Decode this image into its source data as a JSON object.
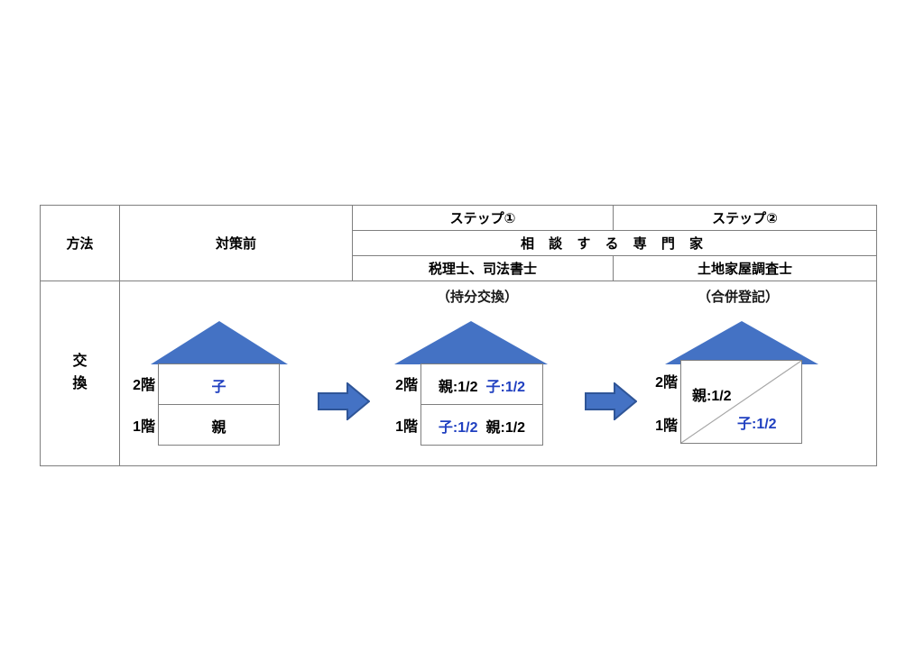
{
  "table": {
    "header": {
      "col_method": "方法",
      "col_before": "対策前",
      "step1": "ステップ①",
      "step2": "ステップ②",
      "consult_row": "相 談 す る 専 門 家",
      "step1_expert": "税理士、司法書士",
      "step2_expert": "土地家屋調査士"
    },
    "body": {
      "row_label_char1": "交",
      "row_label_char2": "換"
    }
  },
  "diagram": {
    "step1_caption": "（持分交換）",
    "step2_caption": "（合併登記）",
    "floor_labels": {
      "second": "2階",
      "first": "1階"
    },
    "house_before": {
      "second_floor": "子",
      "first_floor": "親"
    },
    "house_step1": {
      "second_floor_left": "親:1/2",
      "second_floor_right": "子:1/2",
      "first_floor_left": "子:1/2",
      "first_floor_right": "親:1/2"
    },
    "house_step2": {
      "upper_share": "親:1/2",
      "lower_share": "子:1/2"
    },
    "arrow1_label": "arrow-right",
    "arrow2_label": "arrow-right"
  },
  "colors": {
    "roof_blue": "#4472C4",
    "arrow_fill": "#4472C4",
    "arrow_stroke": "#2F5597",
    "text_blue": "#2040C0",
    "border_gray": "#7F7F7F"
  }
}
